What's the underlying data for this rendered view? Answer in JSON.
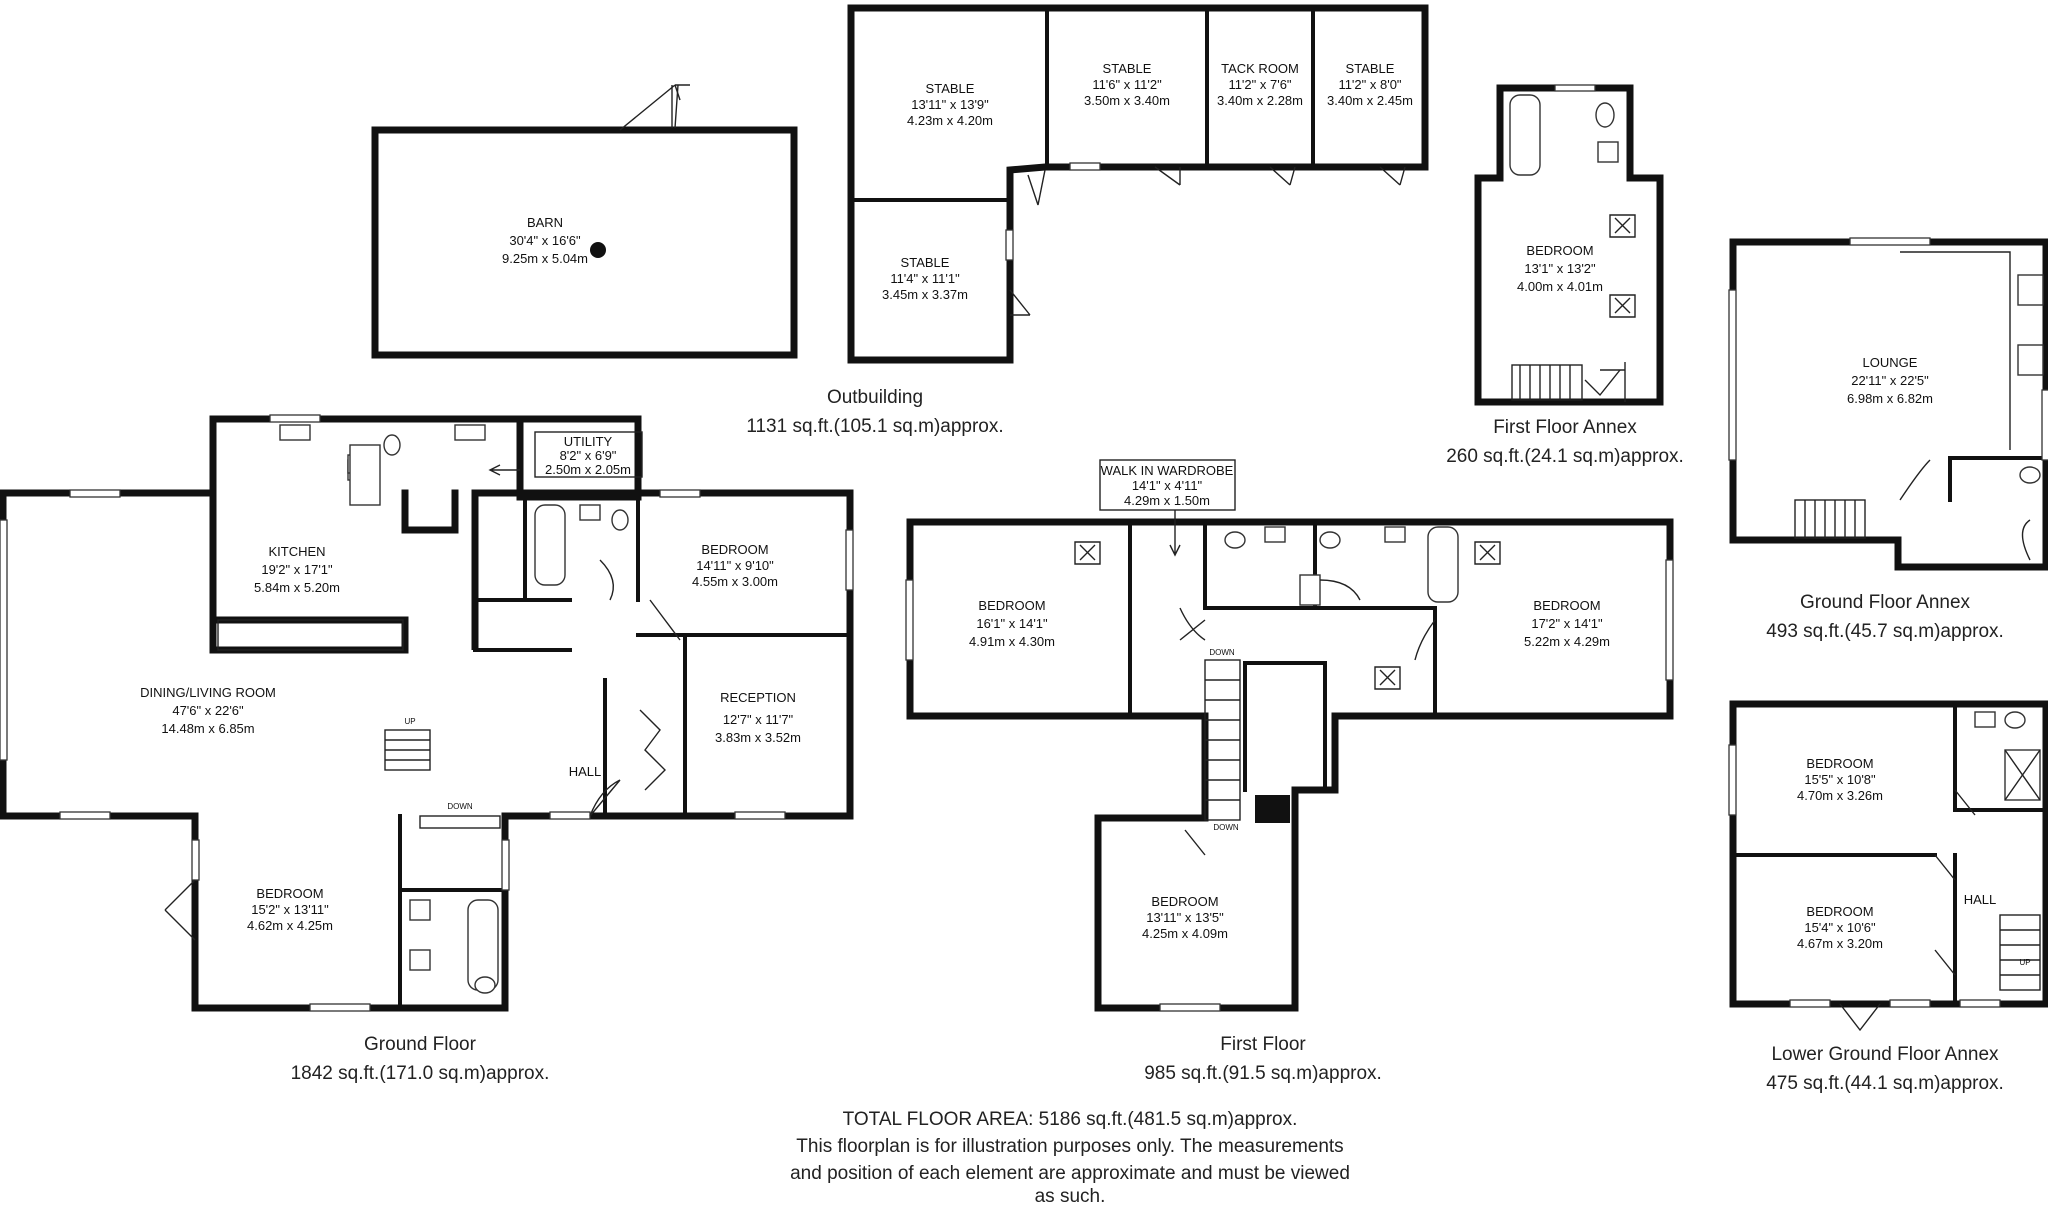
{
  "rooms": {
    "barn": {
      "name": "BARN",
      "imp": "30'4\" x 16'6\"",
      "met": "9.25m x 5.04m"
    },
    "stable1": {
      "name": "STABLE",
      "imp": "13'11\" x 13'9\"",
      "met": "4.23m x 4.20m"
    },
    "stable2": {
      "name": "STABLE",
      "imp": "11'6\" x 11'2\"",
      "met": "3.50m x 3.40m"
    },
    "tack": {
      "name": "TACK ROOM",
      "imp": "11'2\" x 7'6\"",
      "met": "3.40m x 2.28m"
    },
    "stable3": {
      "name": "STABLE",
      "imp": "11'2\" x 8'0\"",
      "met": "3.40m x 2.45m"
    },
    "stable4": {
      "name": "STABLE",
      "imp": "11'4\" x 11'1\"",
      "met": "3.45m x 3.37m"
    },
    "annexBed": {
      "name": "BEDROOM",
      "imp": "13'1\" x 13'2\"",
      "met": "4.00m x 4.01m"
    },
    "lounge": {
      "name": "LOUNGE",
      "imp": "22'11\" x 22'5\"",
      "met": "6.98m x 6.82m"
    },
    "kitchen": {
      "name": "KITCHEN",
      "imp": "19'2\" x 17'1\"",
      "met": "5.84m x 5.20m"
    },
    "utility": {
      "name": "UTILITY",
      "imp": "8'2\" x 6'9\"",
      "met": "2.50m x 2.05m"
    },
    "gfBed1": {
      "name": "BEDROOM",
      "imp": "14'11\" x 9'10\"",
      "met": "4.55m x 3.00m"
    },
    "dining": {
      "name": "DINING/LIVING ROOM",
      "imp": "47'6\" x 22'6\"",
      "met": "14.48m x 6.85m"
    },
    "reception": {
      "name": "RECEPTION",
      "imp": "12'7\" x 11'7\"",
      "met": "3.83m x 3.52m"
    },
    "gfHall": {
      "name": "HALL"
    },
    "gfBed2": {
      "name": "BEDROOM",
      "imp": "15'2\" x 13'11\"",
      "met": "4.62m x 4.25m"
    },
    "wardrobe": {
      "name": "WALK IN WARDROBE",
      "imp": "14'1\" x 4'11\"",
      "met": "4.29m x 1.50m"
    },
    "ffBed1": {
      "name": "BEDROOM",
      "imp": "16'1\" x 14'1\"",
      "met": "4.91m x 4.30m"
    },
    "ffBed2": {
      "name": "BEDROOM",
      "imp": "17'2\" x 14'1\"",
      "met": "5.22m x 4.29m"
    },
    "ffBed3": {
      "name": "BEDROOM",
      "imp": "13'11\" x 13'5\"",
      "met": "4.25m x 4.09m"
    },
    "lgBed1": {
      "name": "BEDROOM",
      "imp": "15'5\" x 10'8\"",
      "met": "4.70m x 3.26m"
    },
    "lgBed2": {
      "name": "BEDROOM",
      "imp": "15'4\" x 10'6\"",
      "met": "4.67m x 3.20m"
    },
    "lgHall": {
      "name": "HALL"
    }
  },
  "stairs": {
    "up": "UP",
    "down": "DOWN"
  },
  "floors": {
    "outbuilding": {
      "name": "Outbuilding",
      "area": "1131 sq.ft.(105.1 sq.m)approx."
    },
    "firstAnnex": {
      "name": "First Floor Annex",
      "area": "260 sq.ft.(24.1 sq.m)approx."
    },
    "groundAnnex": {
      "name": "Ground Floor Annex",
      "area": "493 sq.ft.(45.7 sq.m)approx."
    },
    "ground": {
      "name": "Ground Floor",
      "area": "1842 sq.ft.(171.0 sq.m)approx."
    },
    "first": {
      "name": "First Floor",
      "area": "985 sq.ft.(91.5 sq.m)approx."
    },
    "lowerAnnex": {
      "name": "Lower Ground Floor Annex",
      "area": "475 sq.ft.(44.1 sq.m)approx."
    }
  },
  "footer": {
    "line1": "TOTAL FLOOR AREA: 5186 sq.ft.(481.5 sq.m)approx.",
    "line2": "This floorplan is for illustration purposes only. The measurements",
    "line3": "and position of each element are approximate and must be viewed",
    "line4": "as such."
  },
  "colors": {
    "wall": "#111111",
    "background": "#ffffff"
  }
}
